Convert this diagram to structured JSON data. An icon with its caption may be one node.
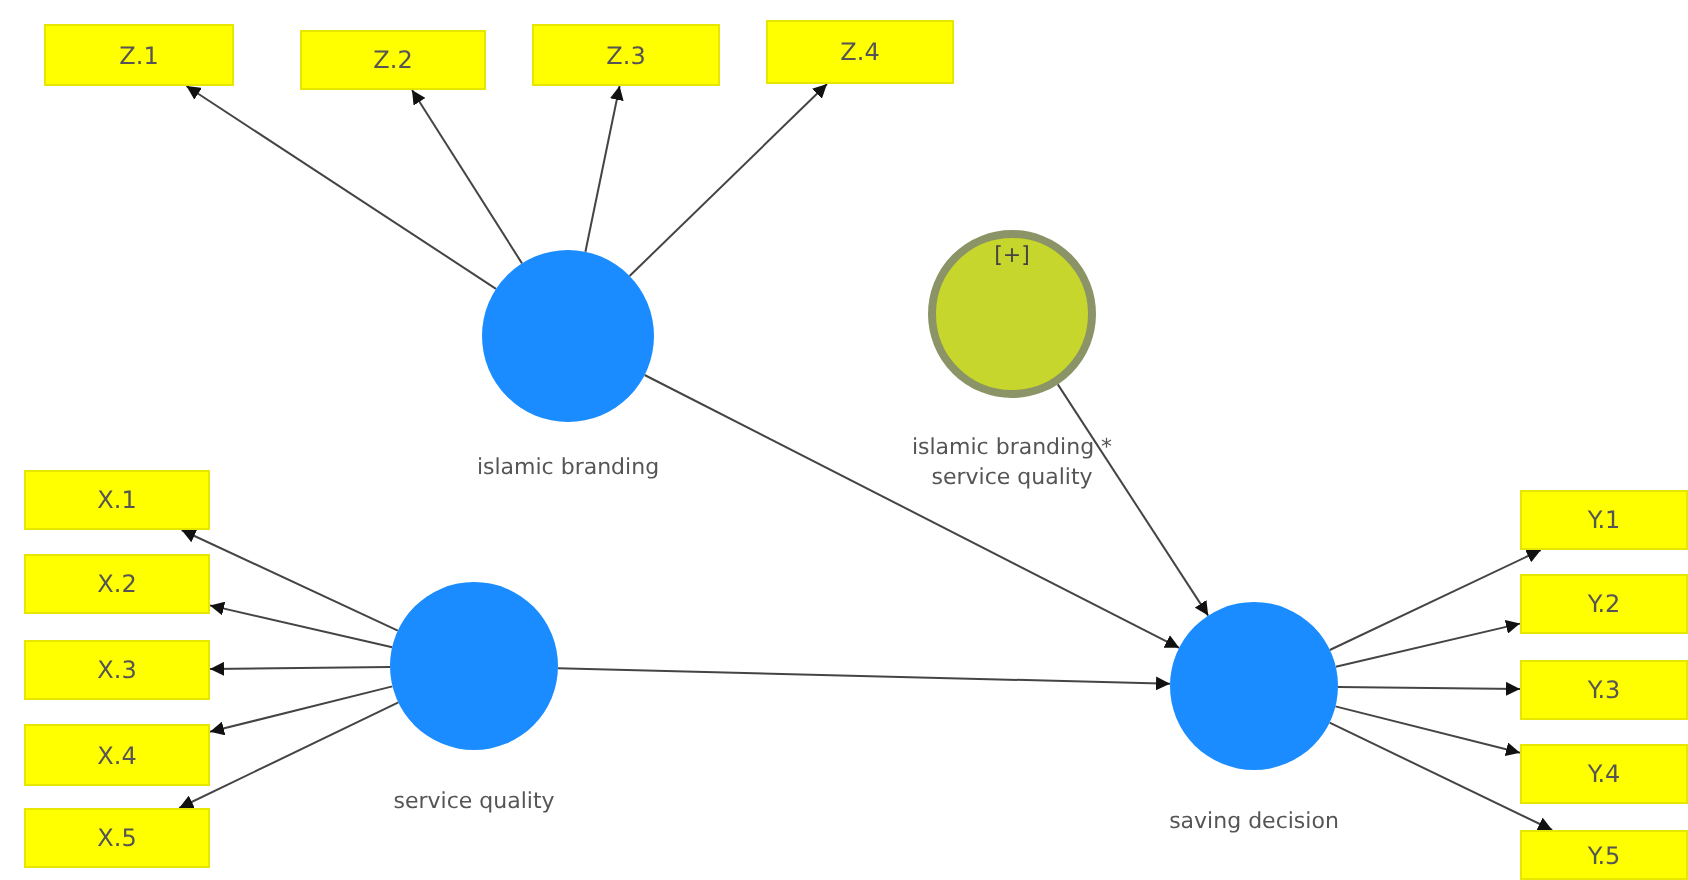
{
  "diagram": {
    "nodes": [
      {
        "text": [
          "Z.1"
        ]
      },
      {
        "text": [
          "Z.2"
        ]
      },
      {
        "text": [
          "Z.3"
        ]
      },
      {
        "text": [
          "Z.4"
        ]
      },
      {
        "text": [],
        "shape": "circle",
        "beside": [
          "islamic branding"
        ]
      },
      {
        "text": [
          "[+]"
        ],
        "beside": [
          "islamic branding * service quality"
        ]
      },
      {
        "text": [
          "X.1"
        ]
      },
      {
        "text": [
          "X.2"
        ]
      },
      {
        "text": [
          "X.3"
        ]
      },
      {
        "text": [
          "X.4"
        ]
      },
      {
        "text": [
          "X.5"
        ]
      },
      {
        "text": [],
        "shape": "circle",
        "beside": [
          "service quality"
        ]
      },
      {
        "text": [],
        "shape": "circle",
        "beside": [
          "saving decision"
        ]
      },
      {
        "text": [
          "Y.1"
        ]
      },
      {
        "text": [
          "Y.2"
        ]
      },
      {
        "text": [
          "Y.3"
        ]
      },
      {
        "text": [
          "Y.4"
        ]
      },
      {
        "text": [
          "Y.5"
        ]
      }
    ],
    "edges": [
      {
        "from": 4,
        "to": 0,
        "arrow": "to"
      },
      {
        "from": 4,
        "to": 1,
        "arrow": "to"
      },
      {
        "from": 4,
        "to": 2,
        "arrow": "to"
      },
      {
        "from": 4,
        "to": 3,
        "arrow": "to"
      },
      {
        "from": 11,
        "to": 6,
        "arrow": "to"
      },
      {
        "from": 11,
        "to": 7,
        "arrow": "to"
      },
      {
        "from": 11,
        "to": 8,
        "arrow": "to"
      },
      {
        "from": 11,
        "to": 9,
        "arrow": "to"
      },
      {
        "from": 11,
        "to": 10,
        "arrow": "to"
      },
      {
        "from": 4,
        "to": 12,
        "arrow": "to"
      },
      {
        "from": 5,
        "to": 12,
        "arrow": "to"
      },
      {
        "from": 11,
        "to": 12,
        "arrow": "to"
      },
      {
        "from": 12,
        "to": 13,
        "arrow": "to"
      },
      {
        "from": 12,
        "to": 14,
        "arrow": "to"
      },
      {
        "from": 12,
        "to": 15,
        "arrow": "to"
      },
      {
        "from": 12,
        "to": 16,
        "arrow": "to"
      },
      {
        "from": 12,
        "to": 17,
        "arrow": "to"
      }
    ]
  }
}
